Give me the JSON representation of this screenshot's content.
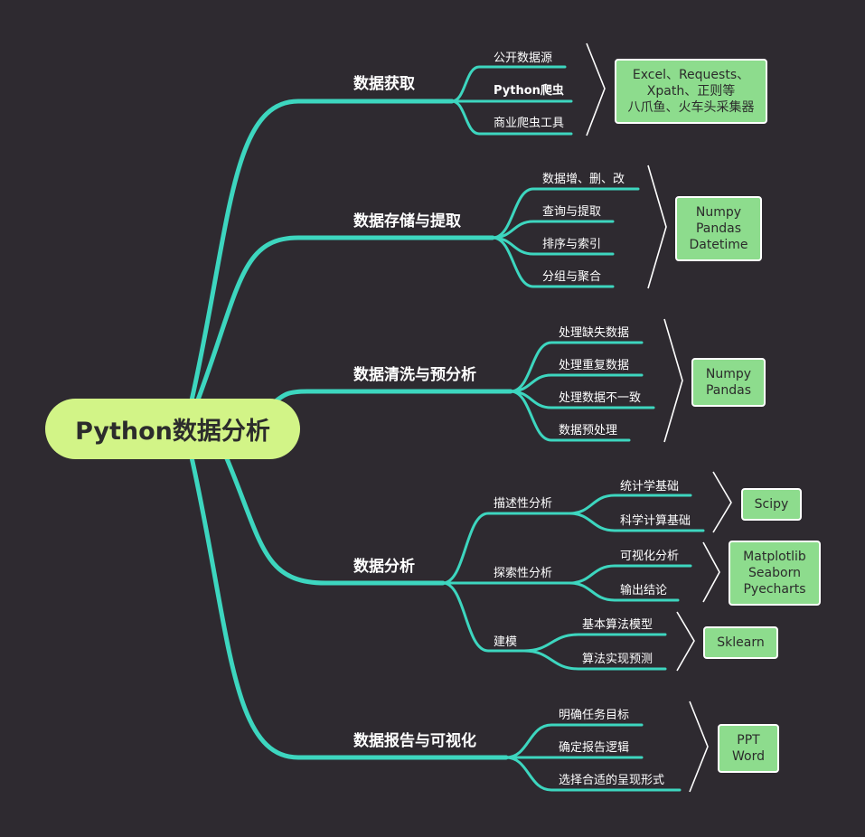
{
  "root": {
    "label": "Python数据分析"
  },
  "branches": [
    {
      "label": "数据获取",
      "items": [
        "公开数据源",
        "Python爬虫",
        "商业爬虫工具"
      ],
      "tools": [
        "Excel、Requests、",
        "Xpath、正则等",
        "八爪鱼、火车头采集器"
      ]
    },
    {
      "label": "数据存储与提取",
      "items": [
        "数据增、删、改",
        "查询与提取",
        "排序与索引",
        "分组与聚合"
      ],
      "tools": [
        "Numpy",
        "Pandas",
        "Datetime"
      ]
    },
    {
      "label": "数据清洗与预分析",
      "items": [
        "处理缺失数据",
        "处理重复数据",
        "处理数据不一致",
        "数据预处理"
      ],
      "tools": [
        "Numpy",
        "Pandas"
      ]
    },
    {
      "label": "数据分析",
      "groups": [
        {
          "label": "描述性分析",
          "items": [
            "统计学基础",
            "科学计算基础"
          ],
          "tools": [
            "Scipy"
          ]
        },
        {
          "label": "探索性分析",
          "items": [
            "可视化分析",
            "输出结论"
          ],
          "tools": [
            "Matplotlib",
            "Seaborn",
            "Pyecharts"
          ]
        },
        {
          "label": "建模",
          "items": [
            "基本算法模型",
            "算法实现预测"
          ],
          "tools": [
            "Sklearn"
          ]
        }
      ]
    },
    {
      "label": "数据报告与可视化",
      "items": [
        "明确任务目标",
        "确定报告逻辑",
        "选择合适的呈现形式"
      ],
      "tools": [
        "PPT",
        "Word"
      ]
    }
  ],
  "colors": {
    "background": "#2e2a30",
    "link": "#3dd6bf",
    "root_fill": "#d2f487",
    "tool_fill": "#8ddc8d",
    "text": "#ffffff"
  }
}
